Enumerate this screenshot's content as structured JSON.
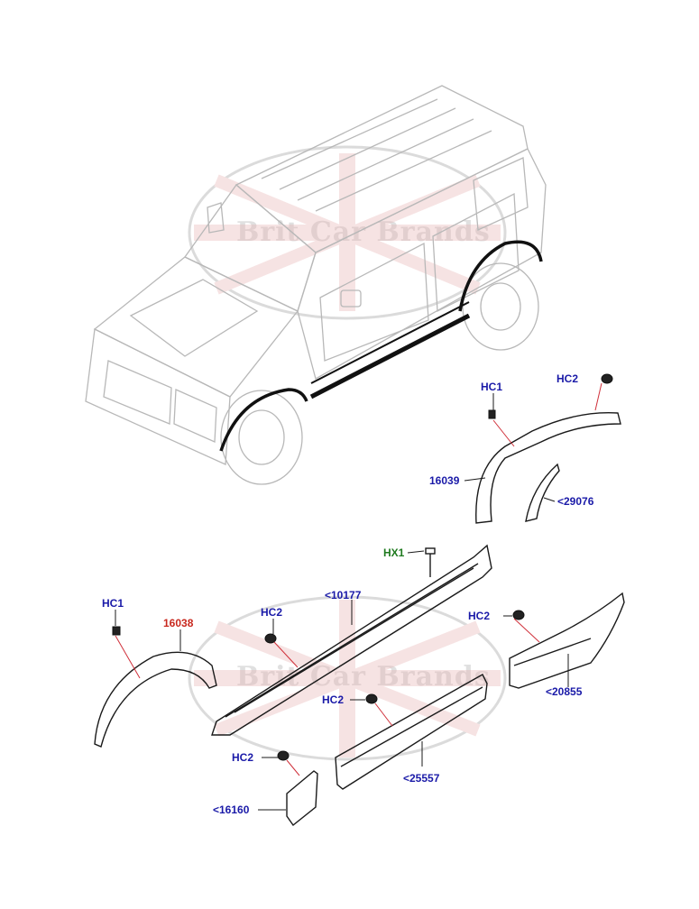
{
  "watermark": {
    "text_top": "Brit Car Brands",
    "text_bottom": "Brit Car Brands"
  },
  "colors": {
    "blue": "#1a1aa8",
    "red": "#c8281e",
    "green": "#1f7a1f",
    "leader": "#d0303a",
    "line": "#1a1a1a"
  },
  "labels": {
    "hc1_rear": "HC1",
    "hc2_rear": "HC2",
    "p16039": "16039",
    "p29076": "<29076",
    "hx1": "HX1",
    "p10177": "<10177",
    "hc1_front": "HC1",
    "p16038": "16038",
    "hc2_sill": "HC2",
    "hc2_rear_panel": "HC2",
    "p20855": "<20855",
    "hc2_door": "HC2",
    "p25557": "<25557",
    "hc2_mud": "HC2",
    "p16160": "<16160"
  }
}
